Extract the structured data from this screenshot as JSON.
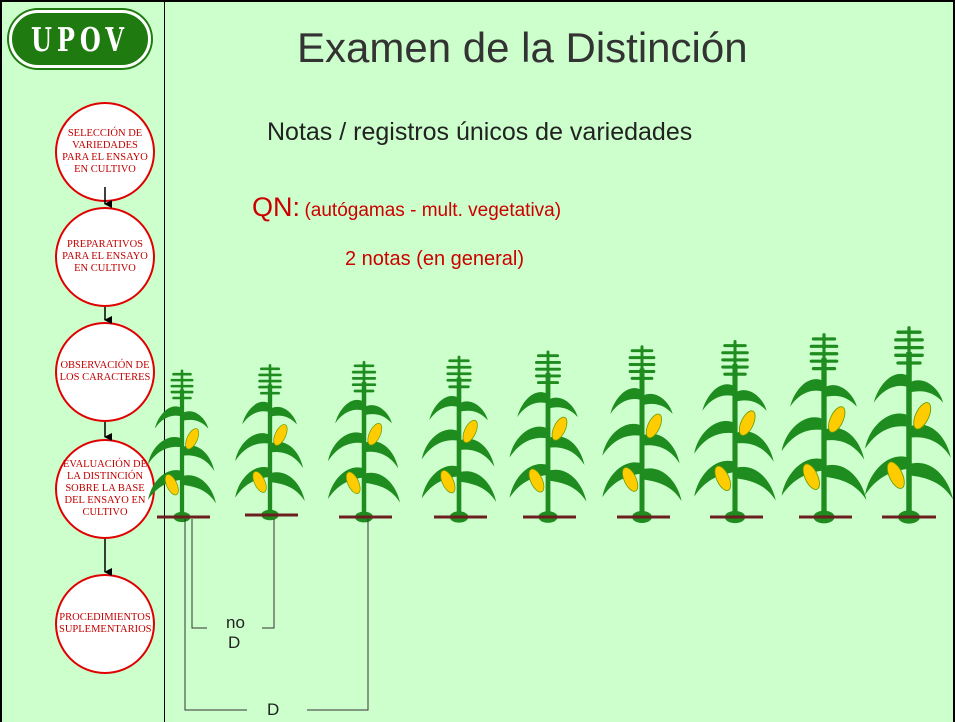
{
  "logo": {
    "text": "UPOV"
  },
  "title": "Examen de la Distinción",
  "subtitle": "Notas / registros únicos de variedades",
  "qn": {
    "label": "QN:",
    "detail": "(autógamas  - mult. vegetativa)"
  },
  "notes": "2 notas (en general)",
  "steps": [
    {
      "label": "SELECCIÓN DE VARIEDADES PARA EL ENSAYO EN CULTIVO"
    },
    {
      "label": "PREPARATIVOS PARA EL ENSAYO EN CULTIVO"
    },
    {
      "label": "OBSERVACIÓN DE LOS CARACTERES"
    },
    {
      "label": "EVALUACIÓN DE LA DISTINCIÓN SOBRE LA BASE DEL ENSAYO EN CULTIVO"
    },
    {
      "label": "PROCEDIMIENTOS SUPLEMENTARIOS"
    }
  ],
  "brackets": {
    "no_d_top": "no",
    "no_d_bottom": "D",
    "d": "D"
  },
  "plants": {
    "count": 9,
    "icon": "corn-plant-icon"
  },
  "colors": {
    "background": "#ccffcc",
    "accent_red": "#cc0000",
    "stem_green": "#1e8c1e",
    "ground": "#6b1f1f",
    "cob_yellow": "#ffcc00"
  }
}
